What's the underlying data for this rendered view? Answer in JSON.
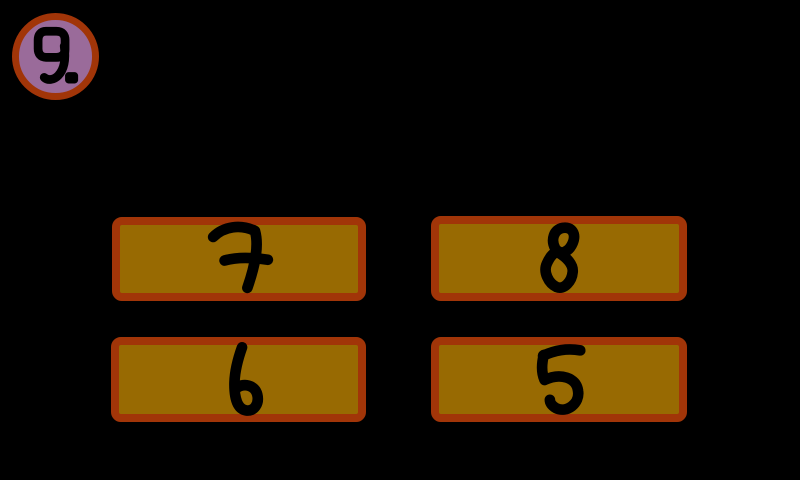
{
  "colors": {
    "background": "#000000",
    "card_fill": "#986A02",
    "card_border": "#A13508",
    "badge_fill": "#9A6B9A",
    "badge_border": "#A13508",
    "ink": "#000000"
  },
  "question": {
    "number": "9."
  },
  "options": [
    {
      "label": "7"
    },
    {
      "label": "8"
    },
    {
      "label": "6"
    },
    {
      "label": "5"
    }
  ]
}
